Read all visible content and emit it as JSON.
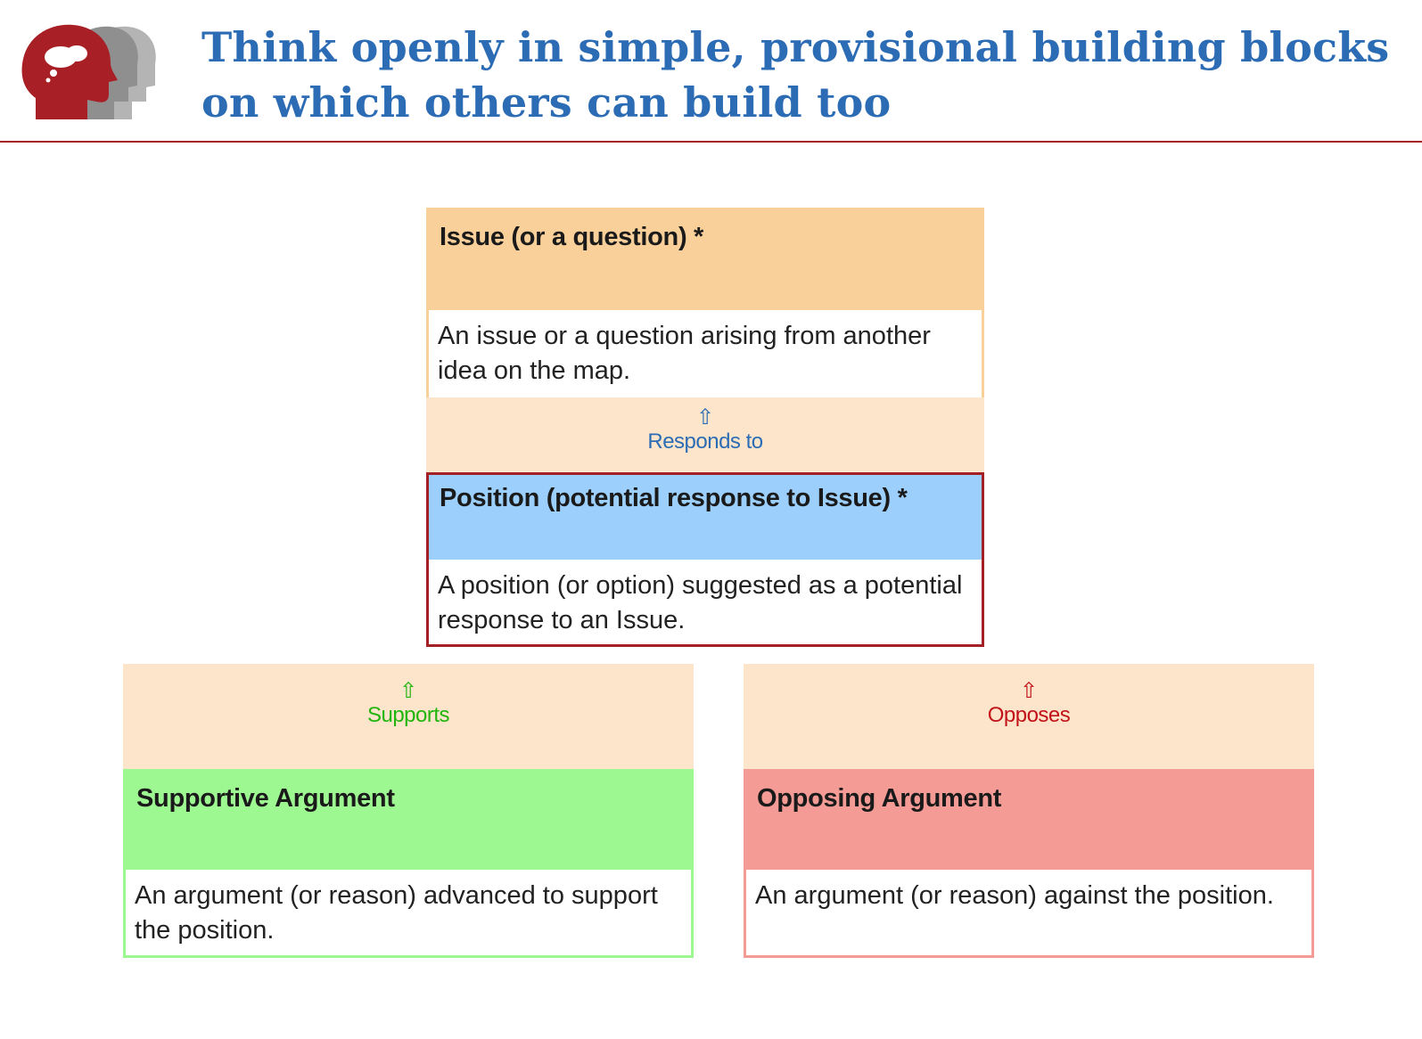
{
  "header": {
    "title_line1": "Think openly in simple, provisional building blocks",
    "title_line2": "on which others can build too",
    "logo_icon": "thinking-heads-icon"
  },
  "colors": {
    "title_blue": "#2c6cb4",
    "rule_red": "#a32125",
    "issue": "#f9cf9a",
    "link_area": "#fce5cb",
    "position": "#9ccffb",
    "position_border": "#a32125",
    "supportive": "#9ef892",
    "opposing": "#f59b96",
    "responds_blue": "#2c6cb4",
    "supports_green": "#21b50d",
    "opposes_red": "#c2121a"
  },
  "diagram": {
    "issue": {
      "title": "Issue (or a question) *",
      "description": "An issue or a question arising from another idea on the map."
    },
    "responds_link": {
      "arrow": "⇧",
      "label": "Responds to"
    },
    "position": {
      "title": "Position (potential response to Issue) *",
      "description": "A position (or option) suggested as a potential response to an Issue."
    },
    "supports_link": {
      "arrow": "⇧",
      "label": "Supports"
    },
    "opposes_link": {
      "arrow": "⇧",
      "label": "Opposes"
    },
    "supportive": {
      "title": "Supportive Argument",
      "description": "An argument (or reason) advanced to support the position."
    },
    "opposing": {
      "title": "Opposing Argument",
      "description": "An argument (or reason) against the position."
    }
  }
}
